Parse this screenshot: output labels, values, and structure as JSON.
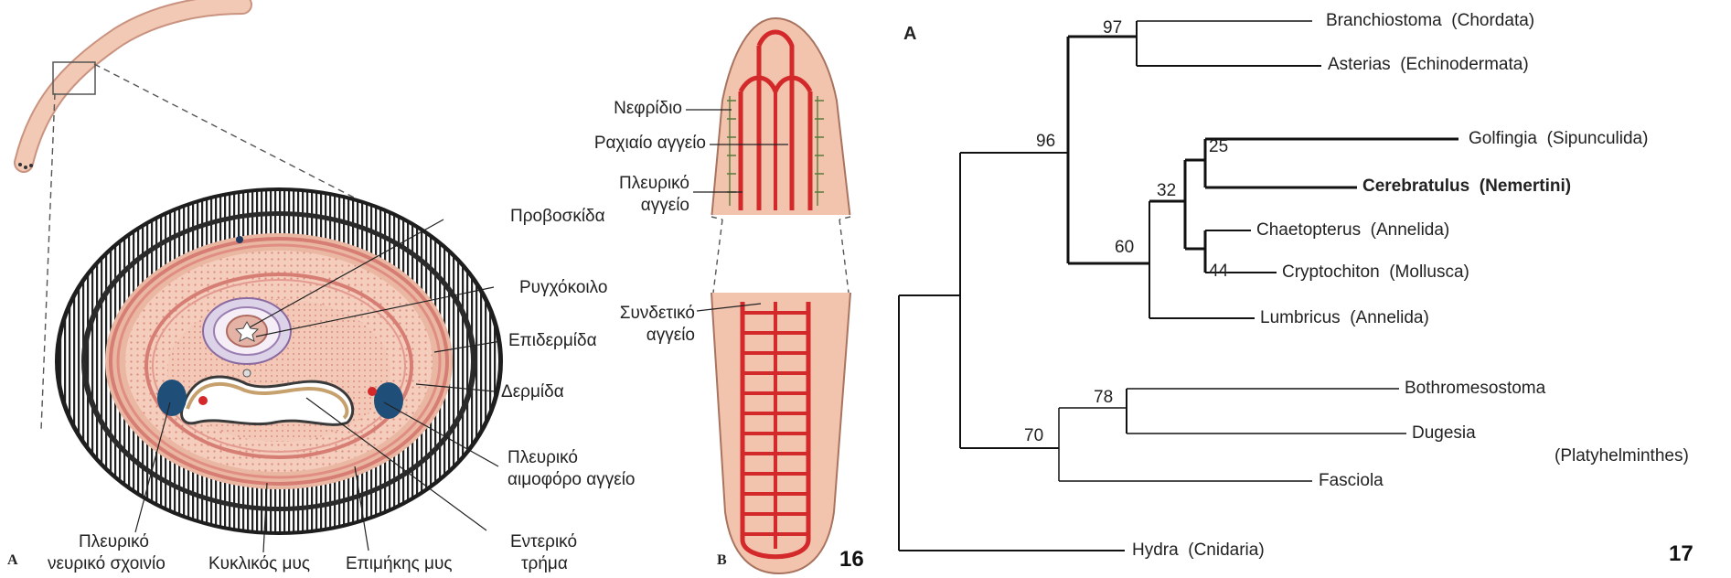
{
  "panels": {
    "left_letter": "A",
    "middle_letter": "B",
    "right_letter": "A",
    "fig_left": "16",
    "fig_right": "17"
  },
  "cross_section_labels": {
    "proboscis": "Προβοσκίδα",
    "rhynchocoel": "Ρυγχόκοιλο",
    "epidermis": "Επιδερμίδα",
    "dermis": "Δερμίδα",
    "lateral_vessel_1": "Πλευρικό",
    "lateral_vessel_2": "αιμοφόρο αγγείο",
    "gut_1": "Εντερικό",
    "gut_2": "τρήμα",
    "longitudinal_muscle": "Επιμήκης μυς",
    "circular_muscle": "Κυκλικός μυς",
    "nerve_cord_1": "Πλευρικό",
    "nerve_cord_2": "νευρικό σχοινίο"
  },
  "vascular_labels": {
    "nephridium": "Νεφρίδιο",
    "dorsal_vessel": "Ραχιαίο αγγείο",
    "lateral_1": "Πλευρικό",
    "lateral_2": "αγγείο",
    "connective_1": "Συνδετικό",
    "connective_2": "αγγείο"
  },
  "tree": {
    "support_values": [
      "97",
      "96",
      "25",
      "32",
      "60",
      "44",
      "78",
      "70"
    ],
    "taxa": [
      {
        "genus": "Branchiostoma",
        "group": "(Chordata)"
      },
      {
        "genus": "Asterias",
        "group": "(Echinodermata)"
      },
      {
        "genus": "Golfingia",
        "group": "(Sipunculida)"
      },
      {
        "genus": "Cerebratulus",
        "group": "(Nemertini)"
      },
      {
        "genus": "Chaetopterus",
        "group": "(Annelida)"
      },
      {
        "genus": "Cryptochiton",
        "group": "(Mollusca)"
      },
      {
        "genus": "Lumbricus",
        "group": "(Annelida)"
      },
      {
        "genus": "Bothromesostoma",
        "group": ""
      },
      {
        "genus": "Dugesia",
        "group": ""
      },
      {
        "genus": "Fasciola",
        "group": ""
      },
      {
        "genus": "Hydra",
        "group": "(Cnidaria)"
      }
    ],
    "platy_group": "(Platyhelminthes)"
  },
  "colors": {
    "tissue": "#f3c9b6",
    "muscle": "#e79f93",
    "vessel": "#d4292b",
    "nerve": "#1f4e78",
    "epidermis_dark": "#2a2a2a"
  }
}
